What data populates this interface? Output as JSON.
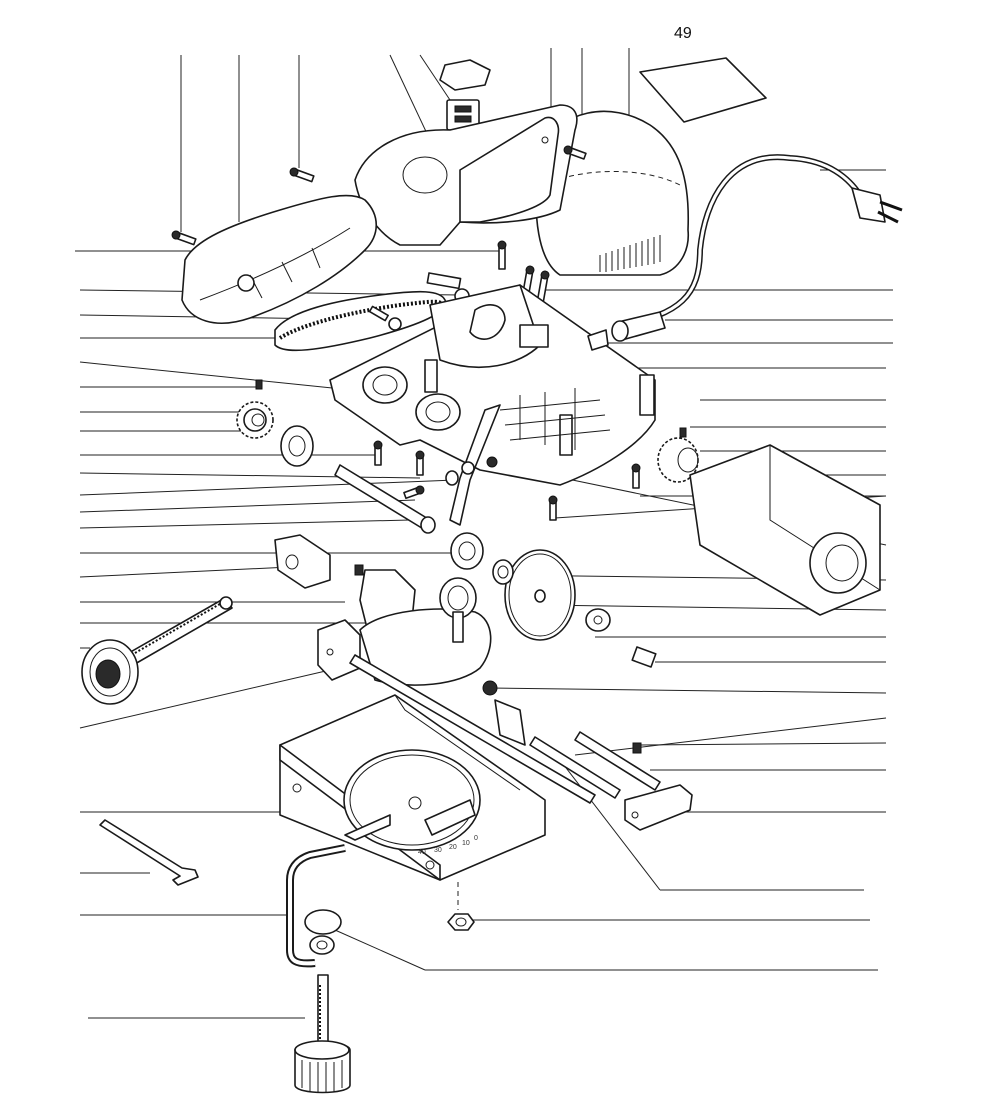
{
  "diagram": {
    "part_label": "49",
    "scale_marks": [
      "40",
      "30",
      "20",
      "10",
      "0"
    ]
  },
  "colors": {
    "line": "#1a1a1a",
    "fill": "#ffffff",
    "background": "#ffffff"
  }
}
